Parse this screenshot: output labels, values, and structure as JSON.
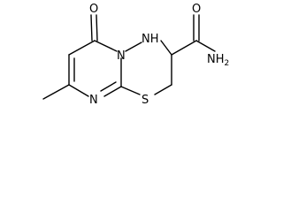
{
  "structure": {
    "atoms": {
      "carbonyl_oxygen": "O",
      "ring_n_bridge": "N",
      "nh": "NH",
      "ring_n_lower": "N",
      "ring_s": "S",
      "amide_oxygen": "O",
      "amide_nitrogen": "NH",
      "amide_subscript": "2"
    }
  }
}
